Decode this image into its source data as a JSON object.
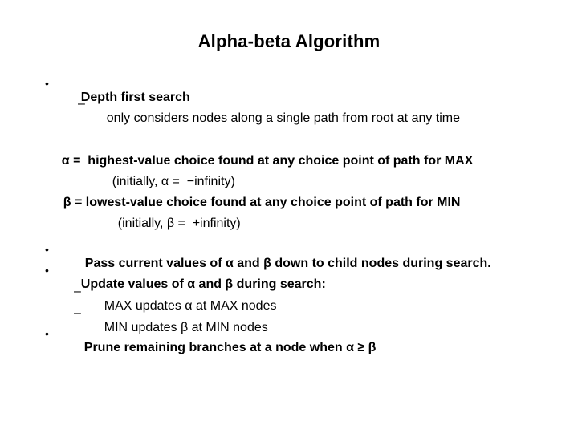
{
  "slide": {
    "title": "Alpha-beta Algorithm",
    "bullets": {
      "dot": "•",
      "dash": "–"
    },
    "lines": {
      "depth": "Depth first search",
      "depth_sub": "only considers nodes along a single path from root at any time",
      "alpha_def": "α =  highest-value choice found at any choice point of path for MAX",
      "alpha_init": "(initially, α =  −infinity)",
      "beta_def": "β = lowest-value choice found at any choice point of path for MIN",
      "beta_init": "(initially, β =  +infinity)",
      "pass": "Pass current values of α and β down to child nodes during search.",
      "update": "Update values of α and β during search:",
      "max_sub": "MAX updates α at MAX nodes",
      "min_sub": "MIN updates β at MIN nodes",
      "prune": "Prune remaining branches at a node when α ≥ β"
    }
  }
}
